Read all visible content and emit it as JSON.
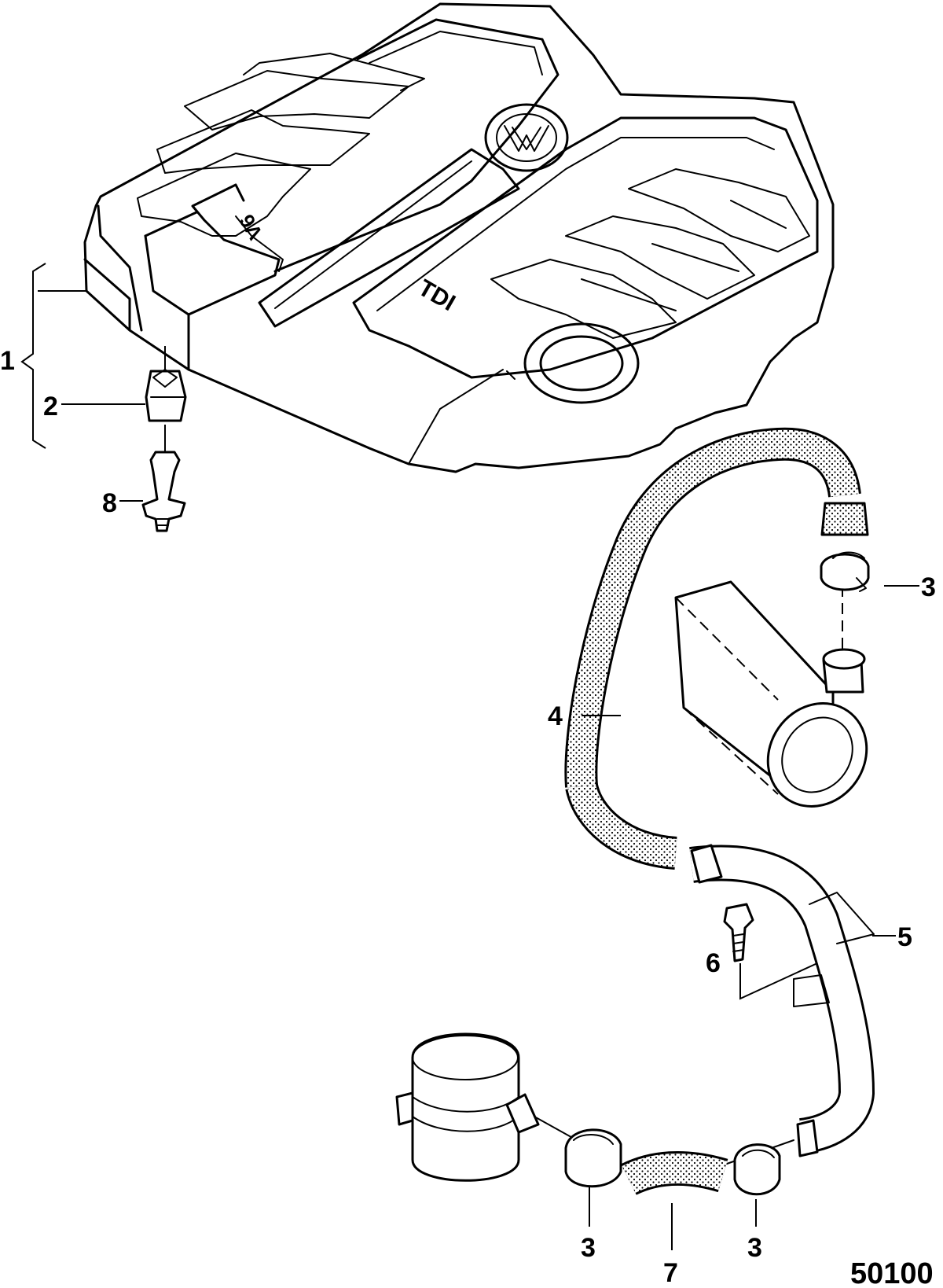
{
  "figure_number": "50100",
  "cover_badges": {
    "left": "V6",
    "right": "TDI"
  },
  "callouts": [
    {
      "id": "1",
      "label": "1"
    },
    {
      "id": "2",
      "label": "2"
    },
    {
      "id": "8",
      "label": "8"
    },
    {
      "id": "3a",
      "label": "3"
    },
    {
      "id": "4",
      "label": "4"
    },
    {
      "id": "5",
      "label": "5"
    },
    {
      "id": "6",
      "label": "6"
    },
    {
      "id": "3b",
      "label": "3"
    },
    {
      "id": "7",
      "label": "7"
    },
    {
      "id": "3c",
      "label": "3"
    }
  ]
}
